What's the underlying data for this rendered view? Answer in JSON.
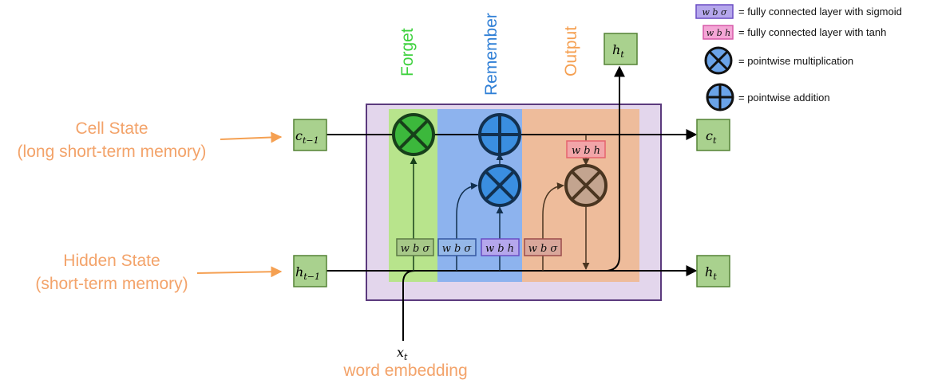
{
  "labels": {
    "forget": "Forget",
    "remember": "Remember",
    "output": "Output",
    "cell_state_line1": "Cell State",
    "cell_state_line2": "(long short-term memory)",
    "hidden_state_line1": "Hidden State",
    "hidden_state_line2": "(short-term memory)",
    "word_embedding": "word embedding"
  },
  "nodes": {
    "c_prev": "c",
    "c_prev_sub": "t−1",
    "h_prev": "h",
    "h_prev_sub": "t−1",
    "c_next": "c",
    "c_next_sub": "t",
    "h_next": "h",
    "h_next_sub": "t",
    "h_out": "h",
    "h_out_sub": "t",
    "x_in": "x",
    "x_in_sub": "t"
  },
  "layers": {
    "forget_sigmoid": "w b σ",
    "remember_sigmoid": "w b σ",
    "remember_tanh": "w b h",
    "output_sigmoid": "w b σ",
    "output_tanh": "w b h"
  },
  "legend": {
    "sigmoid_box": "w b σ",
    "sigmoid_text": "= fully connected layer with sigmoid",
    "tanh_box": "w b h",
    "tanh_text": "= fully connected layer with tanh",
    "mult_text": "= pointwise multiplication",
    "add_text": "= pointwise addition"
  },
  "colors": {
    "forget": "#3ed13e",
    "remember": "#2f7fd6",
    "output": "#f5a052",
    "cell_box": "#e3d6ec",
    "node_fill": "#a9d18e",
    "node_stroke": "#548235"
  }
}
